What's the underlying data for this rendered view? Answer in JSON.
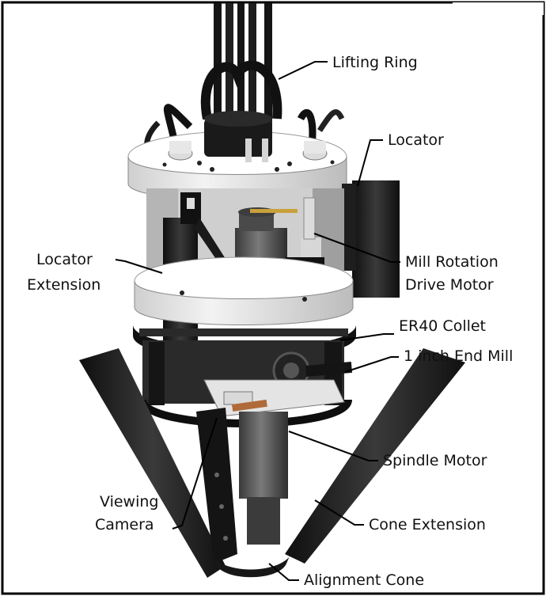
{
  "labels": {
    "lifting_ring": "Lifting Ring",
    "locator": "Locator",
    "locator_extension_1": "Locator",
    "locator_extension_2": "Extension",
    "mill_rotation_1": "Mill Rotation",
    "mill_rotation_2": "Drive Motor",
    "er40_collet": "ER40 Collet",
    "end_mill": "1 inch End Mill",
    "spindle_motor": "Spindle Motor",
    "viewing_camera_1": "Viewing",
    "viewing_camera_2": "Camera",
    "cone_extension": "Cone Extension",
    "alignment_cone": "Alignment Cone"
  },
  "colors": {
    "frame": "#000000",
    "metal_light": "#e9e9e9",
    "metal_mid": "#bdbdbd",
    "dark_part": "#1c1c1c",
    "motor_grey": "#5a5a5a",
    "brass": "#c9a13b",
    "copper": "#b06a3a"
  }
}
